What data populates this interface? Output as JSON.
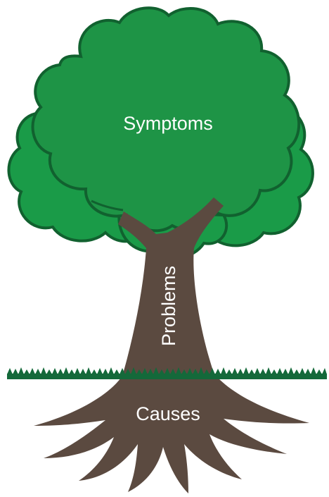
{
  "diagram": {
    "labels": {
      "canopy": "Symptoms",
      "trunk": "Problems",
      "roots": "Causes"
    },
    "colors": {
      "foliage_dark": "#14693a",
      "foliage_main": "#1a9b48",
      "foliage_front": "#1e9446",
      "outline": "#11612f",
      "trunk": "#5b4a40",
      "grass": "#14693a",
      "text": "#ffffff"
    }
  }
}
